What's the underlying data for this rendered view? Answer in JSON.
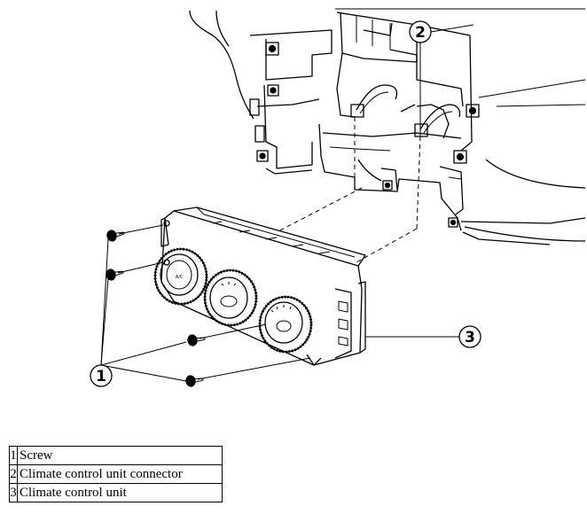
{
  "diagram": {
    "callouts": [
      {
        "number": "1"
      },
      {
        "number": "2"
      },
      {
        "number": "3"
      }
    ],
    "knob_label": "A/C"
  },
  "legend": {
    "rows": [
      {
        "number": "1",
        "label": "Screw"
      },
      {
        "number": "2",
        "label": "Climate control unit connector"
      },
      {
        "number": "3",
        "label": "Climate control unit"
      }
    ]
  }
}
